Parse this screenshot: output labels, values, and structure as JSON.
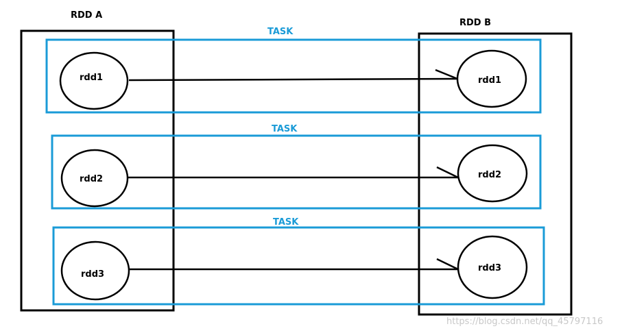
{
  "colors": {
    "task_border": "#1a9bd7",
    "task_text": "#1a9bd7",
    "rdd_border": "#000000",
    "arrow": "#000000"
  },
  "rdd_a": {
    "label": "RDD A"
  },
  "rdd_b": {
    "label": "RDD B"
  },
  "tasks": [
    {
      "label": "TASK",
      "source": "rdd1",
      "target": "rdd1"
    },
    {
      "label": "TASK",
      "source": "rdd2",
      "target": "rdd2"
    },
    {
      "label": "TASK",
      "source": "rdd3",
      "target": "rdd3"
    }
  ],
  "watermark": "https://blog.csdn.net/qq_45797116"
}
